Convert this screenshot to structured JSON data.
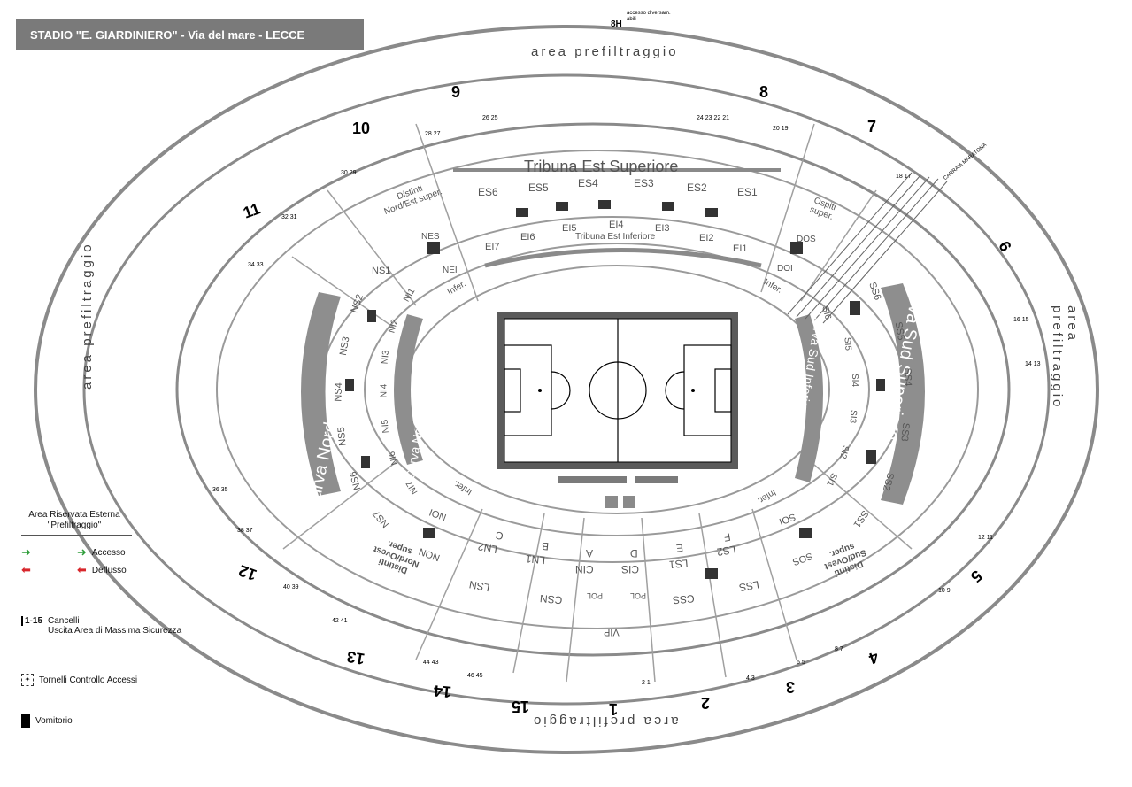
{
  "title": "STADIO \"E. GIARDINIERO\" - Via del mare - LECCE",
  "legend": {
    "title_line1": "Area Riservata Esterna",
    "title_line2": "\"Prefiltraggio\"",
    "accesso": "Accesso",
    "deflusso": "Deflusso",
    "gate_symbol": "1-15",
    "cancelli_line1": "Cancelli",
    "cancelli_line2": "Uscita Area di Massima Sicurezza",
    "tornelli": "Tornelli Controllo Accessi",
    "vomitorio": "Vomitorio"
  },
  "areas": {
    "prefiltraggio_top": "area prefiltraggio",
    "prefiltraggio_bottom": "area prefiltraggio",
    "prefiltraggio_left": "area prefiltraggio",
    "prefiltraggio_right": "area prefiltraggio"
  },
  "stands": {
    "tribuna_est_sup": "Tribuna Est Superiore",
    "tribuna_est_inf": "Tribuna Est Inferiore",
    "curva_nord_sup": "Curva Nord Superiore",
    "curva_nord_inf": "Curva Nord Inferiore",
    "curva_sud_inf": "Curva Sud Inferiore",
    "curva_sud_sup": "Curva Sud Superiore",
    "distinti_ne": "Distinti Nord/Est super.",
    "distinti_no": "Distinti Nord/Ovest super.",
    "distinti_so": "Distinti Sud/Ovest super.",
    "ospiti": "Ospiti super."
  },
  "sectors": {
    "es": [
      "ES6",
      "ES5",
      "ES4",
      "ES3",
      "ES2",
      "ES1"
    ],
    "ei": [
      "EI7",
      "EI6",
      "EI5",
      "EI4",
      "EI3",
      "EI2",
      "EI1"
    ],
    "ns": [
      "NS1",
      "NS2",
      "NS3",
      "NS4",
      "NS5",
      "NS6",
      "NS7"
    ],
    "ni": [
      "NI1",
      "NI2",
      "NI3",
      "NI4",
      "NI5",
      "NI6",
      "NI7"
    ],
    "ss": [
      "SS6",
      "SS5",
      "SS4",
      "SS3",
      "SS2",
      "SS1"
    ],
    "si": [
      "SI6",
      "SI5",
      "SI4",
      "SI3",
      "SI2",
      "SI1"
    ],
    "ne": [
      "NES",
      "NEI",
      "Infer."
    ],
    "os": [
      "DOS",
      "DOI",
      "Infer."
    ],
    "west_upper": [
      "LSN",
      "CSN",
      "CSS",
      "LSS"
    ],
    "west_inner": [
      "LN2",
      "LN1",
      "CIN",
      "CIS",
      "LS1",
      "LS2"
    ],
    "west_letters": [
      "C",
      "B",
      "A",
      "D",
      "E",
      "F"
    ],
    "west_misc": [
      "NON",
      "NOI",
      "Infer.",
      "SOS",
      "SOI",
      "Infer.",
      "VIP",
      "POL",
      "POL"
    ]
  },
  "gates": [
    "1",
    "2",
    "3",
    "4",
    "5",
    "6",
    "7",
    "8",
    "9",
    "10",
    "11",
    "12",
    "13",
    "14",
    "15",
    "8H"
  ],
  "turnstile_pairs": [
    "28 27",
    "26 25",
    "24 23 22 21",
    "20 19",
    "18 17",
    "30 29",
    "32 31",
    "34 33",
    "16 15",
    "14 13",
    "12 11",
    "10 9",
    "8 7",
    "6 5",
    "4 3",
    "2 1",
    "46 45",
    "44 43",
    "42 41",
    "40 39",
    "38 37",
    "36 35"
  ],
  "small_labels": {
    "disabili": "accesso diversam. abili",
    "carraia": "CARRAIA MARATONA"
  }
}
